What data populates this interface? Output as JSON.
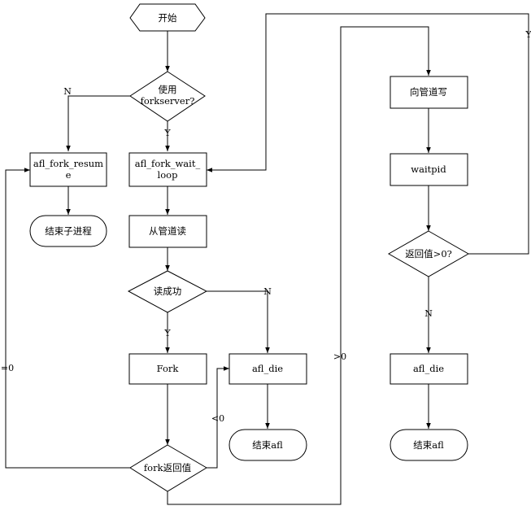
{
  "nodes": {
    "start": "开始",
    "use_forkserver": [
      "使用",
      "forkserver?"
    ],
    "afl_fork_resume": [
      "afl_fork_resum",
      "e"
    ],
    "afl_fork_wait_loop": [
      "afl_fork_wait_",
      "loop"
    ],
    "end_child": "结束子进程",
    "read_pipe": "从管道读",
    "read_success": "读成功",
    "fork": "Fork",
    "afl_die_left": "afl_die",
    "end_afl_left": "结束afl",
    "fork_return": "fork返回值",
    "write_pipe": "向管道写",
    "waitpid": "waitpid",
    "return_gt0": "返回值>0?",
    "afl_die_right": "afl_die",
    "end_afl_right": "结束afl"
  },
  "edge_labels": {
    "forkserver_no": "N",
    "forkserver_yes": "Y",
    "read_no": "N",
    "read_yes": "Y",
    "fork_eq0": "=0",
    "fork_lt0": "<0",
    "fork_gt0": ">0",
    "return_yes": "Y",
    "return_no": "N"
  }
}
